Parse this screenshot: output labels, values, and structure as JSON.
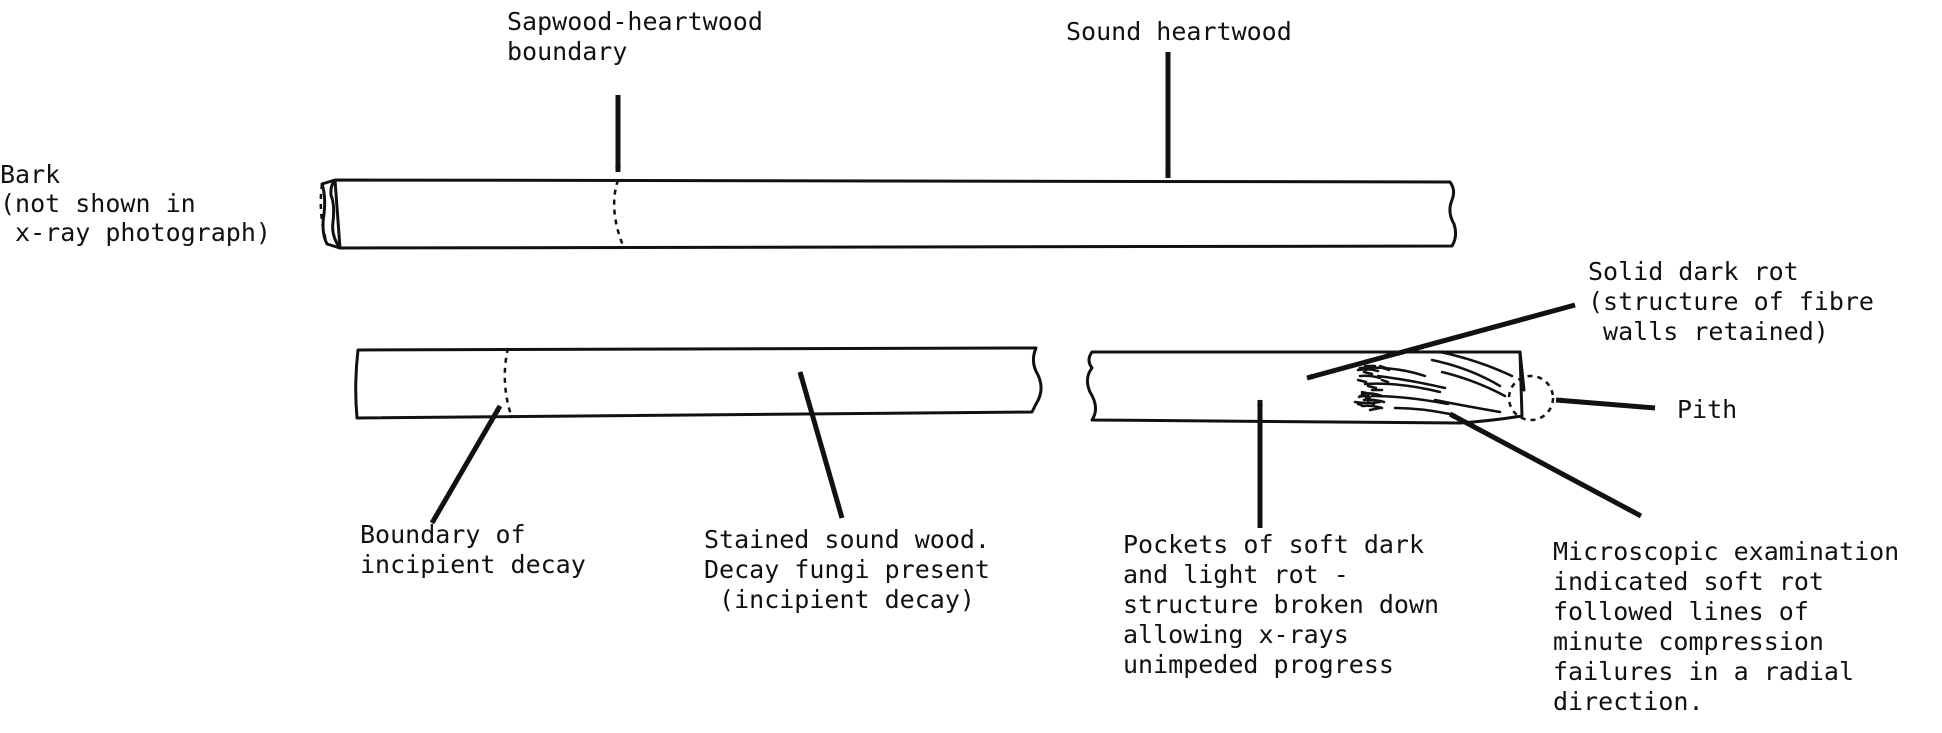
{
  "labels": {
    "bark": [
      "Bark",
      "(not shown in",
      " x-ray photograph)"
    ],
    "sapwood_boundary": [
      "Sapwood-heartwood",
      "boundary"
    ],
    "sound_heartwood": [
      "Sound heartwood"
    ],
    "solid_dark_rot": [
      "Solid dark rot",
      "(structure of fibre",
      " walls retained)"
    ],
    "pith": [
      "Pith"
    ],
    "incipient_boundary": [
      "Boundary of",
      "incipient decay"
    ],
    "stained_wood": [
      "Stained sound wood.",
      "Decay fungi present",
      " (incipient decay)"
    ],
    "pockets": [
      "Pockets of soft dark",
      "and light rot -",
      "structure broken down",
      "allowing x-rays",
      "unimpeded progress"
    ],
    "microscopic": [
      "Microscopic examination",
      "indicated soft rot",
      "followed lines of",
      "minute compression",
      "failures in a radial",
      "direction."
    ]
  }
}
